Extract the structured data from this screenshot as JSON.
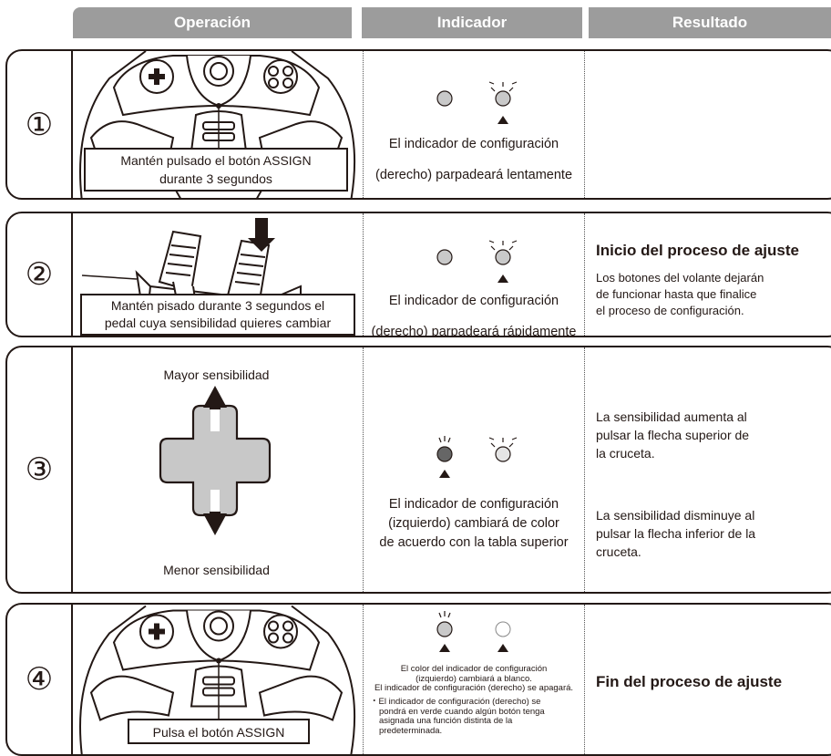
{
  "headers": {
    "operation": "Operación",
    "indicator": "Indicador",
    "result": "Resultado"
  },
  "rows": [
    {
      "number": "①",
      "operation_label_lines": [
        "Mantén pulsado el botón ASSIGN",
        "durante 3 segundos"
      ],
      "indicator_lines": [
        "El indicador de configuración",
        "(derecho) parpadeará lentamente"
      ],
      "result_title": "",
      "result_text": ""
    },
    {
      "number": "②",
      "operation_label_lines": [
        "Mantén pisado durante 3 segundos el",
        "pedal cuya sensibilidad quieres cambiar"
      ],
      "indicator_lines": [
        "El indicador de configuración",
        "(derecho) parpadeará rápidamente"
      ],
      "result_title": "Inicio del proceso de ajuste",
      "result_lines": [
        "Los botones del volante dejarán",
        "de funcionar hasta que finalice",
        "el proceso de configuración."
      ]
    },
    {
      "number": "③",
      "operation_top_label": "Mayor sensibilidad",
      "operation_bottom_label": "Menor sensibilidad",
      "indicator_lines": [
        "El indicador de configuración",
        "(izquierdo) cambiará de color",
        "de acuerdo con la tabla superior"
      ],
      "result_up_lines": [
        "La sensibilidad aumenta al",
        "pulsar la flecha superior de",
        "la cruceta."
      ],
      "result_down_lines": [
        "La sensibilidad disminuye al",
        "pulsar la flecha inferior de la",
        "cruceta."
      ]
    },
    {
      "number": "④",
      "operation_label": "Pulsa el botón ASSIGN",
      "indicator_lines": [
        "El color del indicador de configuración",
        "(izquierdo) cambiará a blanco.",
        "El indicador de configuración (derecho) se apagará."
      ],
      "indicator_note_lines": [
        "・El indicador de configuración (derecho) se",
        "pondrá en verde cuando algún botón tenga",
        "asignada una función distinta de la",
        "predeterminada."
      ],
      "result_title": "Fin del proceso de ajuste"
    }
  ]
}
